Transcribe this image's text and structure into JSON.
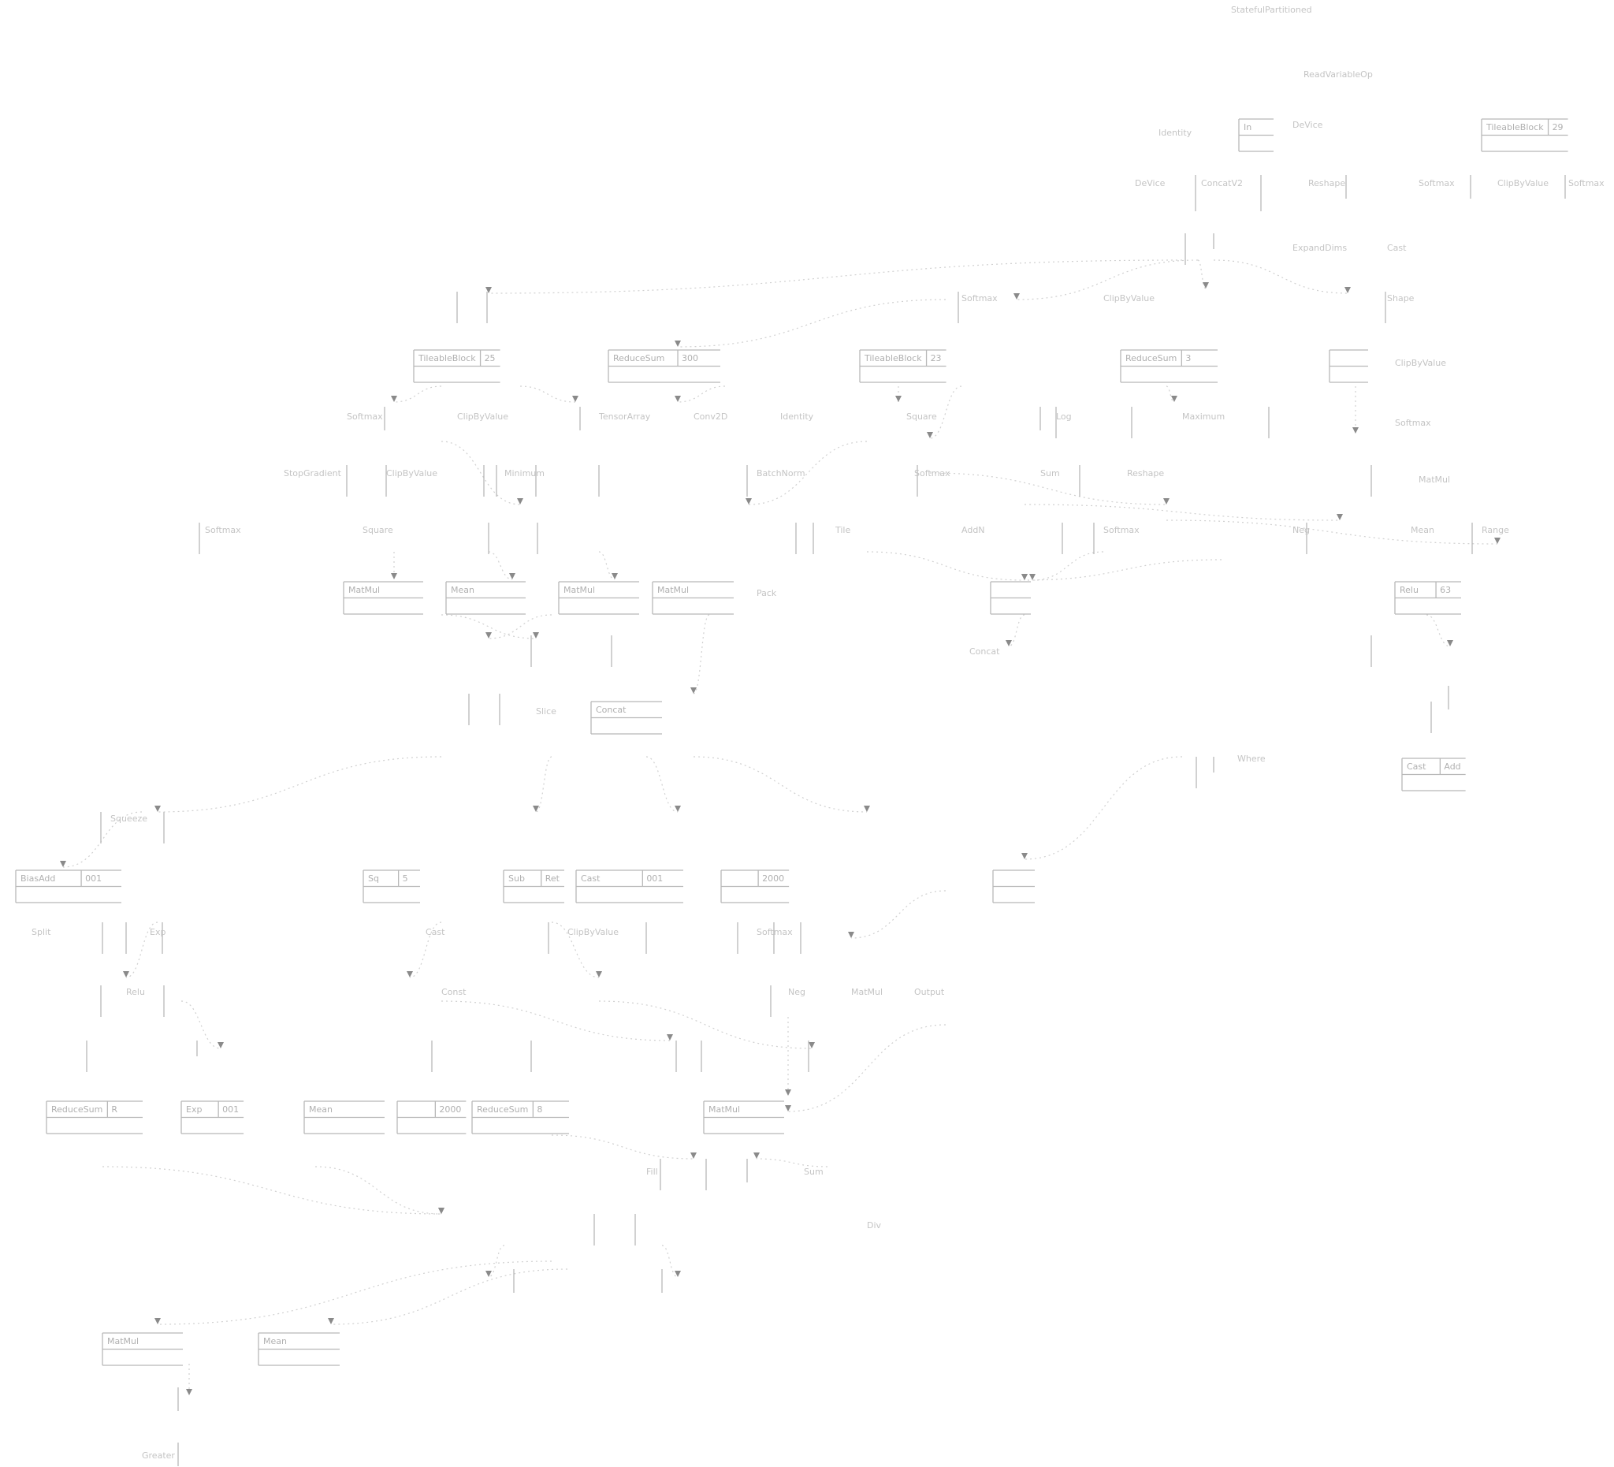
{
  "graph": {
    "nodes": [
      {
        "label": "In",
        "value": ""
      },
      {
        "label": "TileableBlock",
        "value": "29"
      },
      {
        "label": "TileableBlock",
        "value": "25"
      },
      {
        "label": "ReduceSum",
        "value": "300"
      },
      {
        "label": "TileableBlock",
        "value": "23"
      },
      {
        "label": "ReduceSum",
        "value": "3"
      },
      {
        "label": "",
        "value": ""
      },
      {
        "label": "MatMul",
        "value": ""
      },
      {
        "label": "Mean",
        "value": ""
      },
      {
        "label": "MatMul",
        "value": ""
      },
      {
        "label": "MatMul",
        "value": ""
      },
      {
        "label": "",
        "value": ""
      },
      {
        "label": "Relu",
        "value": "63"
      },
      {
        "label": "Concat",
        "value": ""
      },
      {
        "label": "Cast",
        "value": "Add"
      },
      {
        "label": "BiasAdd",
        "value": "001"
      },
      {
        "label": "Sq",
        "value": "5"
      },
      {
        "label": "Sub",
        "value": "Ret"
      },
      {
        "label": "Cast",
        "value": "001"
      },
      {
        "label": "",
        "value": "2000"
      },
      {
        "label": "",
        "value": ""
      },
      {
        "label": "ReduceSum",
        "value": "R"
      },
      {
        "label": "Exp",
        "value": "001"
      },
      {
        "label": "Mean",
        "value": ""
      },
      {
        "label": "",
        "value": "2000"
      },
      {
        "label": "ReduceSum",
        "value": "8"
      },
      {
        "label": "MatMul",
        "value": ""
      },
      {
        "label": "MatMul",
        "value": ""
      },
      {
        "label": "Mean",
        "value": ""
      }
    ],
    "texts": [
      "StatefulPartitioned",
      "ReadVariableOp",
      "Identity",
      "DeVice",
      "DeVice",
      "ConcatV2",
      "Reshape",
      "Softmax",
      "ClipByValue",
      "Softmax",
      "ExpandDims",
      "Cast",
      "Softmax",
      "ClipByValue",
      "Shape",
      "Softmax",
      "ClipByValue",
      "TensorArray",
      "Conv2D",
      "Identity",
      "Square",
      "Log",
      "Maximum",
      "ClipByValue",
      "Softmax",
      "StopGradient",
      "ClipByValue",
      "Minimum",
      "BatchNorm",
      "Softmax",
      "Sum",
      "Reshape",
      "MatMul",
      "Softmax",
      "Square",
      "Tile",
      "AddN",
      "Softmax",
      "Neg",
      "Mean",
      "Range",
      "Pack",
      "Concat",
      "Slice",
      "Where",
      "Squeeze",
      "Cast",
      "ClipByValue",
      "Softmax",
      "Split",
      "Exp",
      "Relu",
      "Const",
      "Neg",
      "MatMul",
      "Output",
      "Fill",
      "Sum",
      "Div",
      "Greater"
    ]
  }
}
